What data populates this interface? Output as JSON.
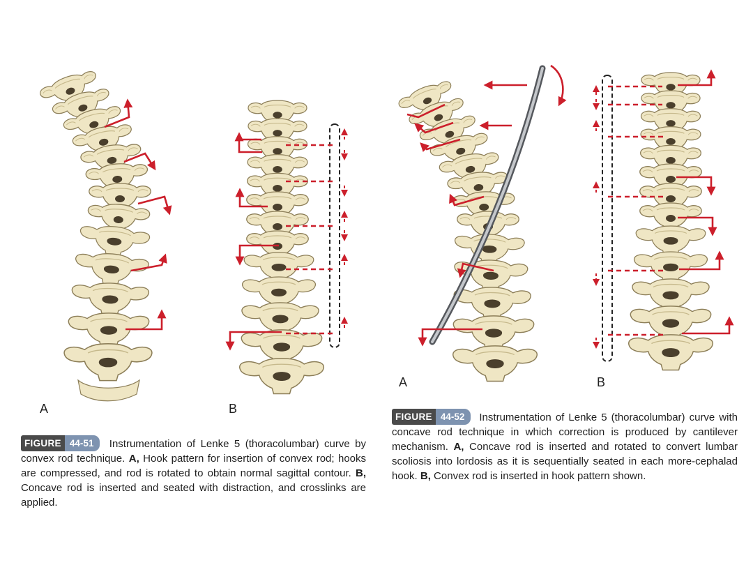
{
  "figure_51": {
    "tag_word": "FIGURE",
    "tag_number": "44-51",
    "panel_a": "A",
    "panel_b": "B",
    "caption_lead": "Instrumentation of Lenke 5 (thoracolumbar) curve by convex rod technique.",
    "a_label": "A,",
    "a_text": "Hook pattern for insertion of convex rod; hooks are compressed, and rod is rotated to obtain normal sagittal contour.",
    "b_label": "B,",
    "b_text": "Concave rod is inserted and seated with distraction, and crosslinks are applied."
  },
  "figure_52": {
    "tag_word": "FIGURE",
    "tag_number": "44-52",
    "panel_a": "A",
    "panel_b": "B",
    "caption_lead": "Instrumentation of Lenke 5 (thoracolumbar) curve with concave rod technique in which correction is produced by cantilever mechanism.",
    "a_label": "A,",
    "a_text": "Concave rod is inserted and rotated to convert lumbar scoliosis into lordosis as it is sequentially seated in each more-cephalad hook.",
    "b_label": "B,",
    "b_text": "Convex rod is inserted in hook pattern shown."
  },
  "colors": {
    "bone": "#efe6c4",
    "bone_outline": "#8c7e58",
    "bone_shadow": "#d6c99e",
    "canal": "#4a3f2c",
    "arrow_red": "#cc1f2b",
    "rod_gray": "#8a8d92"
  }
}
